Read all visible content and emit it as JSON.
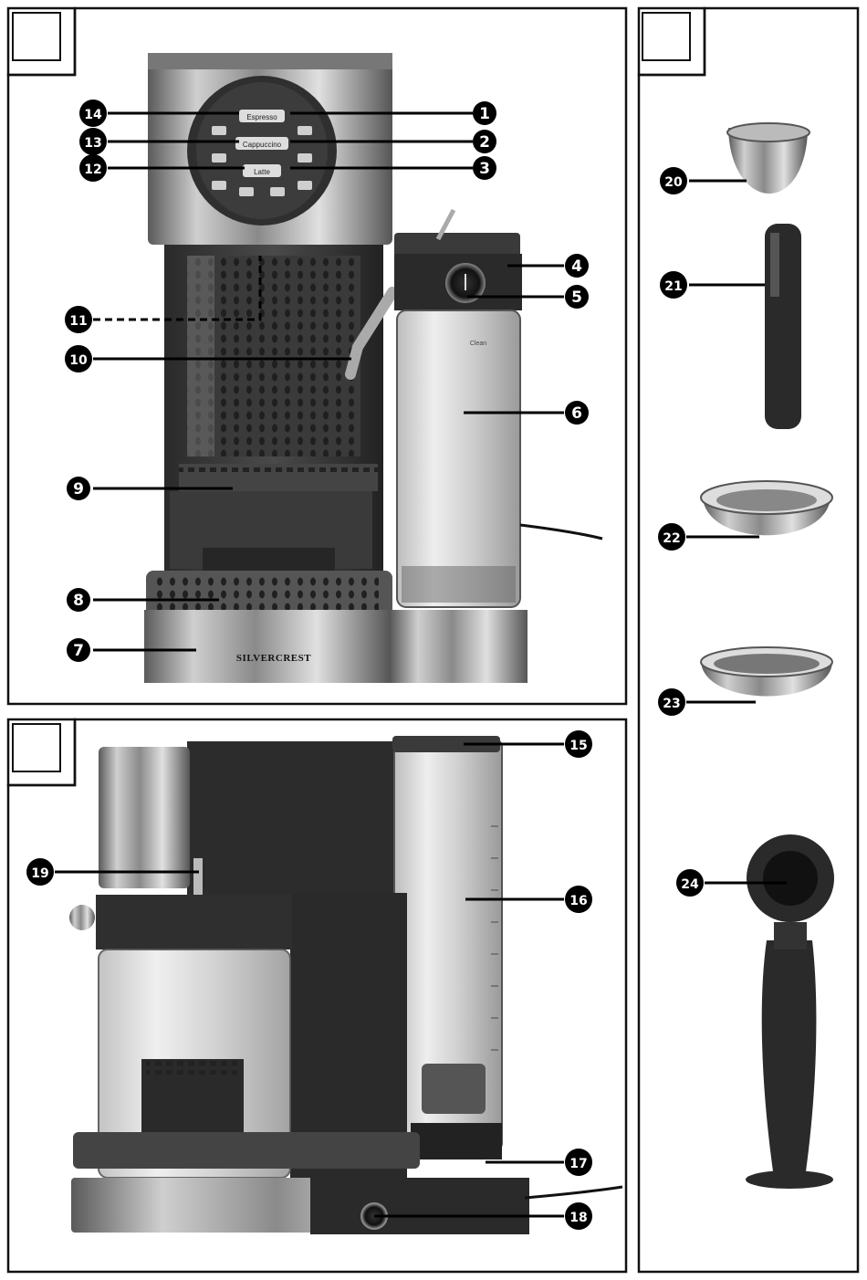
{
  "panel_buttons": [
    "Espresso",
    "Cappuccino",
    "Latte"
  ],
  "brand": "SILVERCREST",
  "clean_label": "Clean",
  "callouts": [
    "1",
    "2",
    "3",
    "4",
    "5",
    "6",
    "7",
    "8",
    "9",
    "10",
    "11",
    "12",
    "13",
    "14",
    "15",
    "16",
    "17",
    "18",
    "19",
    "20",
    "21",
    "22",
    "23",
    "24"
  ]
}
